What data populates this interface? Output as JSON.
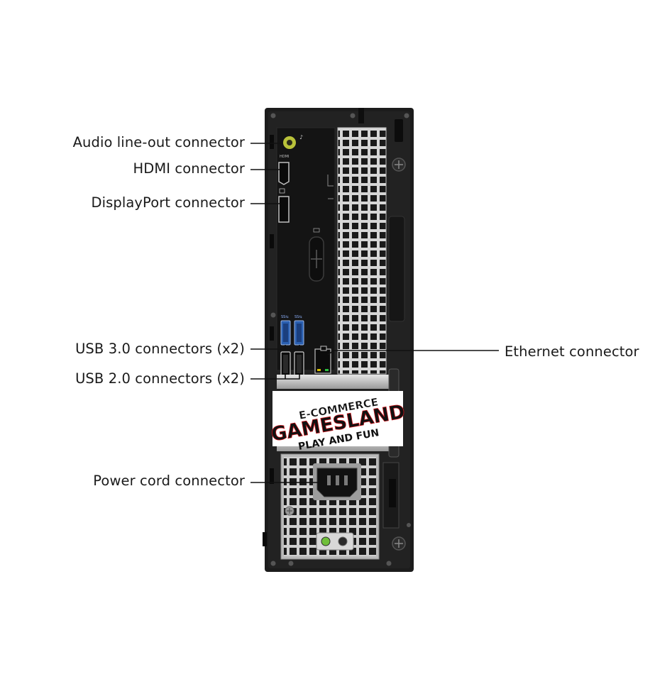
{
  "callouts": {
    "audio": "Audio line-out connector",
    "hdmi": "HDMI connector",
    "displayport": "DisplayPort connector",
    "usb3": "USB 3.0 connectors (x2)",
    "usb2": "USB 2.0 connectors (x2)",
    "ethernet": "Ethernet connector",
    "power": "Power cord connector"
  },
  "port_marks": {
    "hdmi": "HDMI",
    "usb3_a": "SS⇆",
    "usb3_b": "SS⇆"
  },
  "watermark": {
    "line1": "E-COMMERCE",
    "line2": "GAMESLAND",
    "line3": "PLAY AND FUN"
  },
  "colors": {
    "chassis": "#1c1c1c",
    "io_plate": "#141414",
    "vent_metal": "#cfcfcf",
    "usb3_blue": "#2a5fb0",
    "audio_green": "#b9c23a",
    "watermark_red": "#c8141a",
    "label_text": "#1a1a1a",
    "leader_line": "#111111"
  }
}
